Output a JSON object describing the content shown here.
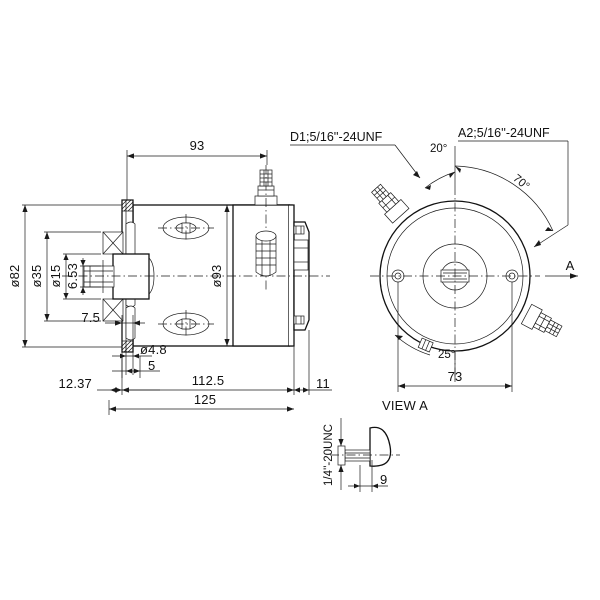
{
  "drawing": {
    "type": "engineering-drawing",
    "subject": "DC electric motor assembly",
    "background_color": "#ffffff",
    "line_color": "#1a1a1a",
    "views": {
      "side": {
        "name": "side-section-view"
      },
      "end": {
        "name": "end-view"
      },
      "detail": {
        "name": "view-a-detail"
      }
    }
  },
  "labels": {
    "view_a_title": "VIEW A",
    "view_a_arrow": "A",
    "terminal_d1": "D1;5/16''-24UNF",
    "terminal_a2": "A2;5/16''-24UNF",
    "stud_thread": "1/4''-20UNC"
  },
  "dimensions": {
    "length_93": "93",
    "dia_82": "ø82",
    "dia_35": "ø35",
    "dia_15": "ø15",
    "width_653": "6.53",
    "dia_93": "ø93",
    "offset_75": "7.5",
    "dia_48": "ø4.8",
    "depth_5": "5",
    "offset_1237": "12.37",
    "length_1125": "112.5",
    "length_125": "125",
    "length_11": "11",
    "width_73": "73",
    "detail_9": "9",
    "angle_20": "20°",
    "angle_70": "70°",
    "angle_25": "25°"
  }
}
